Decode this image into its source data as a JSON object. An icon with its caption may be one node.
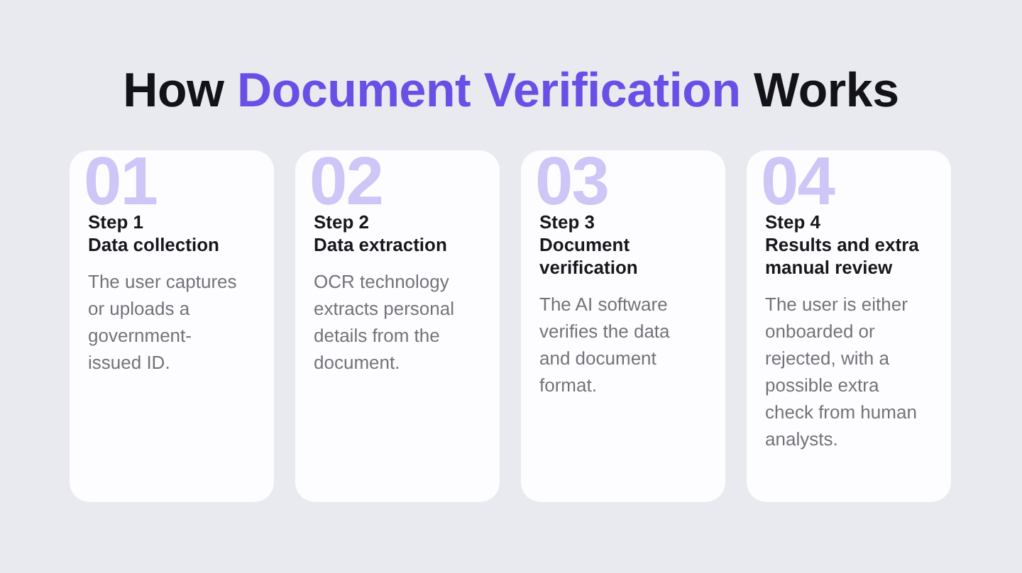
{
  "diagram": {
    "title": "How **Document Verification** Works",
    "nodes": [
      {
        "text": [
          "01",
          "Step 1",
          "Data collection",
          "The user captures or uploads a government-issued ID."
        ]
      },
      {
        "text": [
          "02",
          "Step 2",
          "Data extraction",
          "OCR technology extracts personal details from the document."
        ]
      },
      {
        "text": [
          "03",
          "Step 3",
          "Document verification",
          "The AI software verifies the data and document format."
        ]
      },
      {
        "text": [
          "04",
          "Step 4",
          "Results and extra manual review",
          "The user is either onboarded or rejected, with a possible extra check from human analysts."
        ]
      }
    ]
  }
}
